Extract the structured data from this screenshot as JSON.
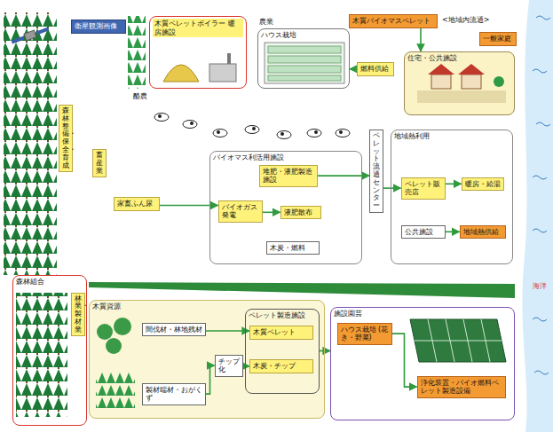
{
  "diagram": {
    "nodes": [
      {
        "text": [
          "衛星観測画像"
        ]
      },
      {
        "text": [
          "森林整備・保全・育成"
        ]
      },
      {
        "text": [
          "木質ペレットボイラー 暖房施設"
        ]
      },
      {
        "text": [
          "ハウス栽培"
        ]
      },
      {
        "text": [
          "燃料供給"
        ]
      },
      {
        "text": [
          "木質バイオマスペレット"
        ]
      },
      {
        "text": [
          "一般家庭"
        ]
      },
      {
        "text": [
          "住宅・公共施設"
        ]
      },
      {
        "text": [
          "畜産業"
        ]
      },
      {
        "text": [
          "家畜ふん尿"
        ]
      },
      {
        "text": [
          "バイオマス利活用施設"
        ]
      },
      {
        "text": [
          "堆肥・液肥製造施設"
        ],
        "in": 10
      },
      {
        "text": [
          "バイオガス発電"
        ],
        "in": 10
      },
      {
        "text": [
          "液肥散布"
        ],
        "in": 10
      },
      {
        "text": [
          "木炭・燃料"
        ],
        "in": 10
      },
      {
        "text": [
          "ペレット流通センター"
        ]
      },
      {
        "text": [
          "地域熱利用"
        ]
      },
      {
        "text": [
          "ペレット販売店"
        ],
        "in": 16
      },
      {
        "text": [
          "暖房・給湯"
        ],
        "in": 16
      },
      {
        "text": [
          "公共施設"
        ],
        "in": 16
      },
      {
        "text": [
          "地域熱供給"
        ],
        "in": 16
      },
      {
        "text": [
          "森林組合"
        ]
      },
      {
        "text": [
          "林業・製材業"
        ],
        "in": 21
      },
      {
        "text": [
          "木質資源"
        ]
      },
      {
        "text": [
          "間伐材・林地残材"
        ],
        "in": 23
      },
      {
        "text": [
          "製材端材・おがくず"
        ],
        "in": 23
      },
      {
        "text": [
          "チップ化"
        ],
        "in": 23
      },
      {
        "text": [
          "ペレット製造施設"
        ],
        "in": 23
      },
      {
        "text": [
          "木質ペレット"
        ],
        "in": 27
      },
      {
        "text": [
          "木炭・チップ"
        ],
        "in": 27
      },
      {
        "text": [
          "施設園芸"
        ]
      },
      {
        "text": [
          "ハウス栽培 (花き・野菜)"
        ],
        "in": 30
      },
      {
        "text": [
          "浄化装置・バイオ燃料ペレット製造設備"
        ],
        "in": 30
      }
    ],
    "edges": [
      {
        "from": 5,
        "to": 7,
        "arrow": "to"
      },
      {
        "from": 4,
        "to": 3,
        "arrow": "to"
      },
      {
        "from": 9,
        "to": 12,
        "arrow": "to"
      },
      {
        "from": 12,
        "to": 13,
        "arrow": "to"
      },
      {
        "from": 11,
        "to": 15,
        "arrow": "to"
      },
      {
        "from": 15,
        "to": 17,
        "arrow": "to"
      },
      {
        "from": 17,
        "to": 18,
        "arrow": "to"
      },
      {
        "from": 19,
        "to": 20,
        "arrow": "to"
      },
      {
        "from": 24,
        "to": 28,
        "arrow": "to"
      },
      {
        "from": 25,
        "to": 26,
        "arrow": "to"
      },
      {
        "from": 26,
        "to": 29,
        "arrow": "to"
      },
      {
        "from": 27,
        "to": 30,
        "arrow": "to"
      },
      {
        "from": 31,
        "to": 32,
        "arrow": "to"
      }
    ],
    "labels": [
      "<地域内流通>",
      "農業",
      "酪農",
      "海洋"
    ]
  }
}
